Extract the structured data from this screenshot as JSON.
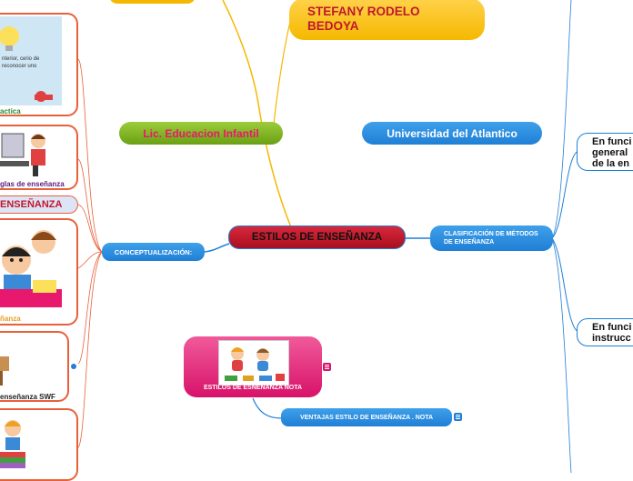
{
  "central": {
    "label": "ESTILOS DE ENSEÑANZA"
  },
  "author": {
    "label": "STEFANY RODELO BEDOYA"
  },
  "degree": {
    "label": "Lic. Educacion Infantil"
  },
  "university": {
    "label": "Universidad del Atlantico"
  },
  "conceptualizacion": {
    "label": "CONCEPTUALIZACIÓN:"
  },
  "clasificacion": {
    "label": "CLASIFICACIÓN DE MÉTODOS DE ENSEÑANZA"
  },
  "func_general": {
    "label": "En funci general de la en"
  },
  "func_instruc": {
    "label": "En funci instrucc"
  },
  "estilos_nota": {
    "label": "ESTILOS DE ESNEÑANZA NOTA"
  },
  "ventajas": {
    "label": "VENTAJAS ESTILO DE ENSEÑANZA . NOTA"
  },
  "left_items": {
    "item1_caption": "actica",
    "item1_snippet": "nterior, cerio de reconocer uno",
    "item2_caption": "glas de enseñanza",
    "item3_label": "ENSEÑANZA",
    "item4_caption": "ñanza",
    "item5_caption": "enseñanza SWF"
  },
  "colors": {
    "central": "#c0182e",
    "blue": "#1f7fd6",
    "green": "#7ab51d",
    "yellow": "#f5b800",
    "magenta": "#e8186e",
    "frame": "#e8603a"
  }
}
